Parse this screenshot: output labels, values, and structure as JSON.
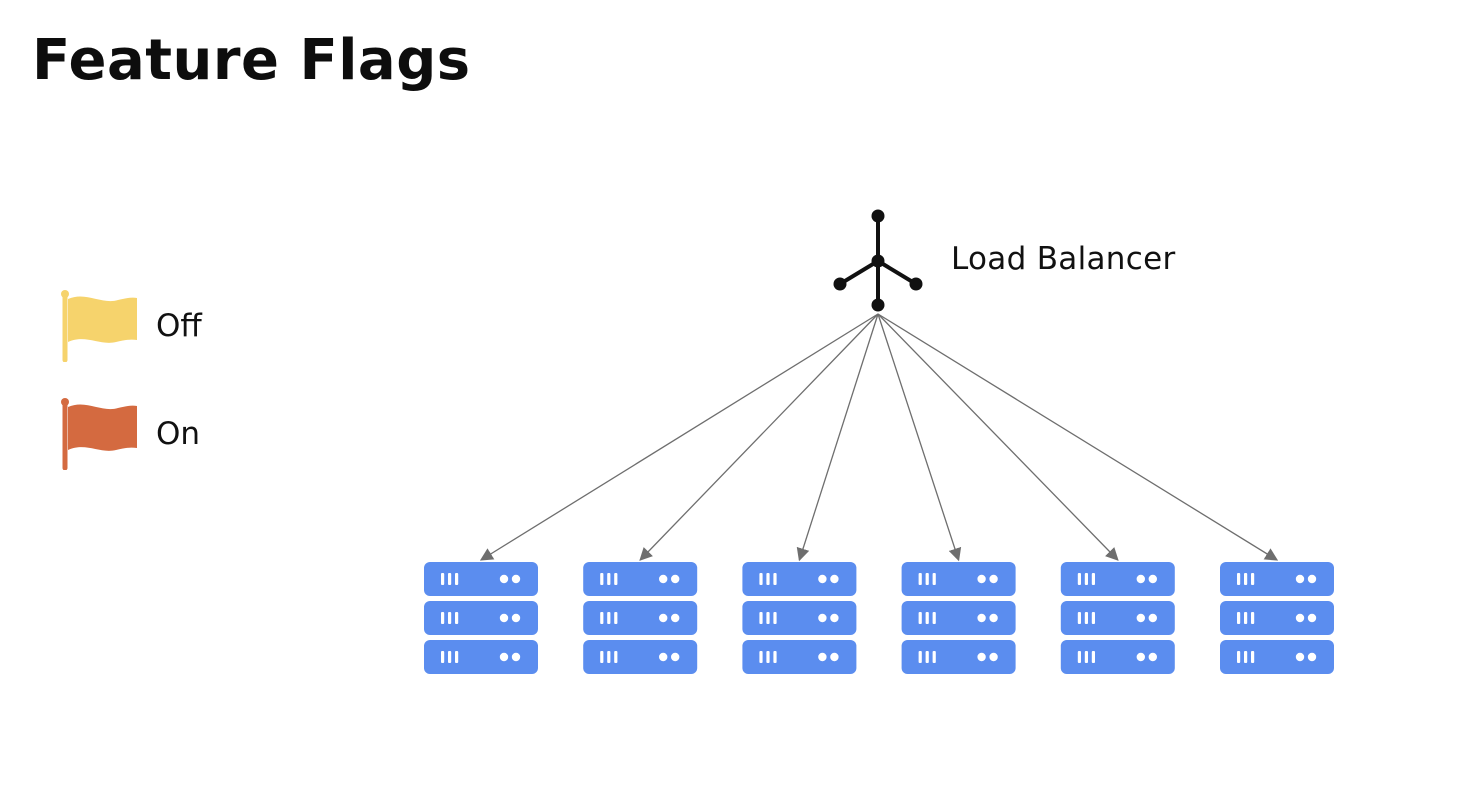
{
  "title": "Feature Flags",
  "legend": {
    "off": {
      "label": "Off",
      "icon": "flag-icon",
      "color": "#F6D36C"
    },
    "on": {
      "label": "On",
      "icon": "flag-icon",
      "color": "#D46A40"
    }
  },
  "load_balancer": {
    "label": "Load Balancer",
    "icon": "load-balancer-icon",
    "color": "#111111"
  },
  "servers": {
    "count": 6,
    "units_per_stack": 3,
    "icon": "server-rack-icon",
    "color": "#5B8DEF",
    "detail_color": "#FFFFFF"
  },
  "connections": {
    "color": "#6E6E6E",
    "direction": "load-balancer-to-servers"
  }
}
